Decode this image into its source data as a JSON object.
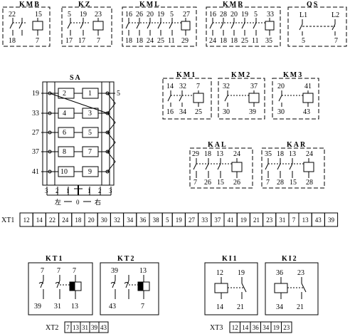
{
  "relays_top": [
    {
      "id": "kmb",
      "title": "KMB",
      "top": [
        "22",
        "15"
      ],
      "bottom": [
        "18",
        "7"
      ]
    },
    {
      "id": "kz",
      "title": "KZ",
      "top": [
        "5",
        "19",
        "23"
      ],
      "bottom": [
        "17",
        "17",
        "7"
      ]
    },
    {
      "id": "kml",
      "title": "KML",
      "top": [
        "16",
        "26",
        "20",
        "19",
        "5",
        "27"
      ],
      "bottom": [
        "18",
        "18",
        "24",
        "25",
        "11",
        "29"
      ]
    },
    {
      "id": "kmr",
      "title": "KMR",
      "top": [
        "16",
        "28",
        "20",
        "19",
        "5",
        "33"
      ],
      "bottom": [
        "24",
        "18",
        "18",
        "25",
        "11",
        "35"
      ]
    },
    {
      "id": "qs",
      "title": "QS",
      "top": [
        "L1",
        "L2"
      ],
      "bottom": [
        "5",
        "7"
      ]
    }
  ],
  "sa": {
    "title": "SA",
    "rows": [
      {
        "left_pin": "19",
        "left_label": "2",
        "right_label": "1",
        "right_pin": "5"
      },
      {
        "left_pin": "33",
        "left_label": "4",
        "right_label": "3",
        "right_pin": ""
      },
      {
        "left_pin": "27",
        "left_label": "6",
        "right_label": "5",
        "right_pin": ""
      },
      {
        "left_pin": "37",
        "left_label": "8",
        "right_label": "7",
        "right_pin": ""
      },
      {
        "left_pin": "41",
        "left_label": "10",
        "right_label": "9",
        "right_pin": ""
      }
    ],
    "scale": [
      "3",
      "2",
      "1",
      "",
      "1",
      "2",
      "3"
    ],
    "pos_left": "左",
    "pos_zero": "0",
    "pos_right": "右"
  },
  "km_row": [
    {
      "id": "km1",
      "title": "KM1",
      "top": [
        "14",
        "32",
        "7"
      ],
      "bottom": [
        "16",
        "34",
        "25"
      ]
    },
    {
      "id": "km2",
      "title": "KM2",
      "top": [
        "32",
        "37"
      ],
      "bottom": [
        "30",
        "39"
      ]
    },
    {
      "id": "km3",
      "title": "KM3",
      "top": [
        "20",
        "41"
      ],
      "bottom": [
        "30",
        "43"
      ]
    }
  ],
  "ka_row": [
    {
      "id": "kal",
      "title": "KAL",
      "top": [
        "29",
        "18",
        "13",
        "24"
      ],
      "bottom": [
        "7",
        "26",
        "15",
        "26"
      ]
    },
    {
      "id": "kar",
      "title": "KAR",
      "top": [
        "35",
        "18",
        "13",
        "24"
      ],
      "bottom": [
        "7",
        "28",
        "15",
        "28"
      ]
    }
  ],
  "xt1": {
    "label": "XT1",
    "cells": [
      "12",
      "14",
      "22",
      "24",
      "18",
      "20",
      "30",
      "32",
      "34",
      "36",
      "38",
      "5",
      "19",
      "27",
      "33",
      "37",
      "41",
      "19",
      "21",
      "23",
      "31",
      "7",
      "13",
      "43",
      "39"
    ]
  },
  "kt_row": [
    {
      "id": "kt1",
      "title": "KT1",
      "top": [
        "7",
        "7",
        "7"
      ],
      "bottom": [
        "39",
        "31",
        "13"
      ]
    },
    {
      "id": "kt2",
      "title": "KT2",
      "top": [
        "39",
        "13"
      ],
      "bottom": [
        "43",
        "7"
      ]
    }
  ],
  "xt2": {
    "label": "XT2",
    "cells": [
      "7",
      "13",
      "31",
      "39",
      "43"
    ]
  },
  "ki_row": [
    {
      "id": "ki1",
      "title": "KI1",
      "top": [
        "12",
        "19"
      ],
      "bottom": [
        "14",
        "21"
      ]
    },
    {
      "id": "ki2",
      "title": "KI2",
      "top": [
        "36",
        "23"
      ],
      "bottom": [
        "34",
        "21"
      ]
    }
  ],
  "xt3": {
    "label": "XT3",
    "cells": [
      "12",
      "14",
      "36",
      "34",
      "19",
      "23"
    ]
  }
}
